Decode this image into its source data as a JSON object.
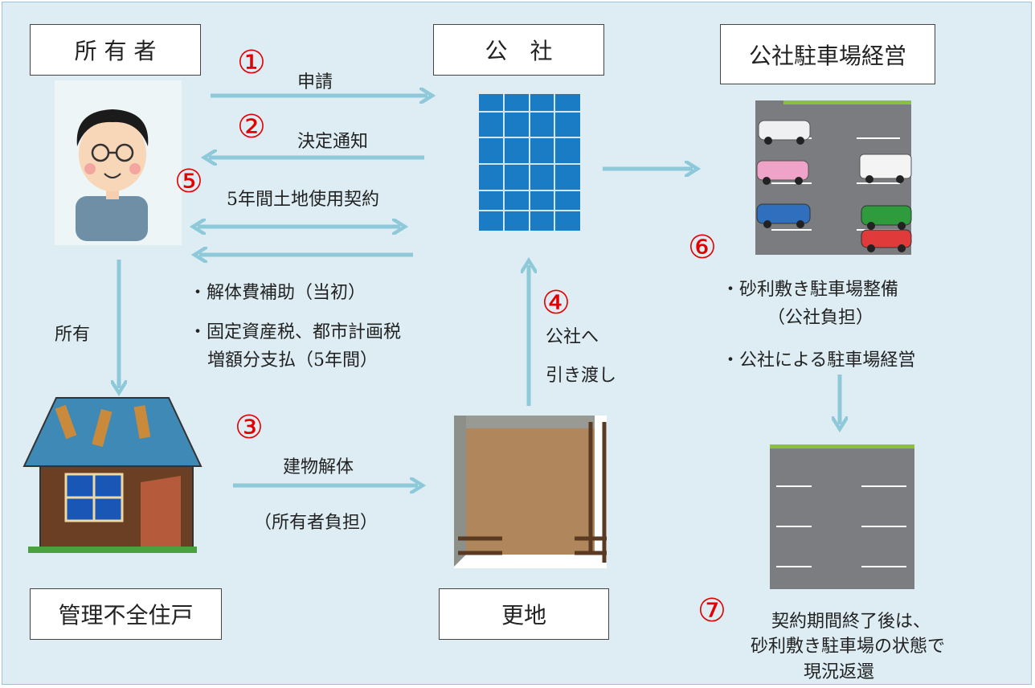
{
  "boxes": {
    "owner": "所 有 者",
    "corp": "公　社",
    "parking_mgmt": "公社駐車場経営",
    "vacant_house": "管理不全住戸",
    "vacant_lot": "更地"
  },
  "steps": {
    "s1": {
      "num": "①",
      "label": "申請"
    },
    "s2": {
      "num": "②",
      "label": "決定通知"
    },
    "s3": {
      "num": "③",
      "label": "建物解体",
      "note": "（所有者負担）"
    },
    "s4": {
      "num": "④",
      "line1": "公社へ",
      "line2": "引き渡し"
    },
    "s5": {
      "num": "⑤",
      "label": "5年間土地使用契約"
    },
    "s6": {
      "num": "⑥"
    },
    "s7": {
      "num": "⑦",
      "line1": "契約期間終了後は、",
      "line2": "砂利敷き駐車場の状態で",
      "line3": "現況返還"
    }
  },
  "owner_side": {
    "bullet1": "・解体費補助（当初）",
    "bullet2_line1": "・固定資産税、都市計画税",
    "bullet2_line2": "増額分支払（5年間）",
    "own_label": "所有"
  },
  "parking_side": {
    "bullet1_line1": "・砂利敷き駐車場整備",
    "bullet1_line2": "（公社負担）",
    "bullet2": "・公社による駐車場経営"
  },
  "colors": {
    "arrow": "#8ec9da",
    "step_number": "#e30000",
    "background": "#ddedf3"
  }
}
